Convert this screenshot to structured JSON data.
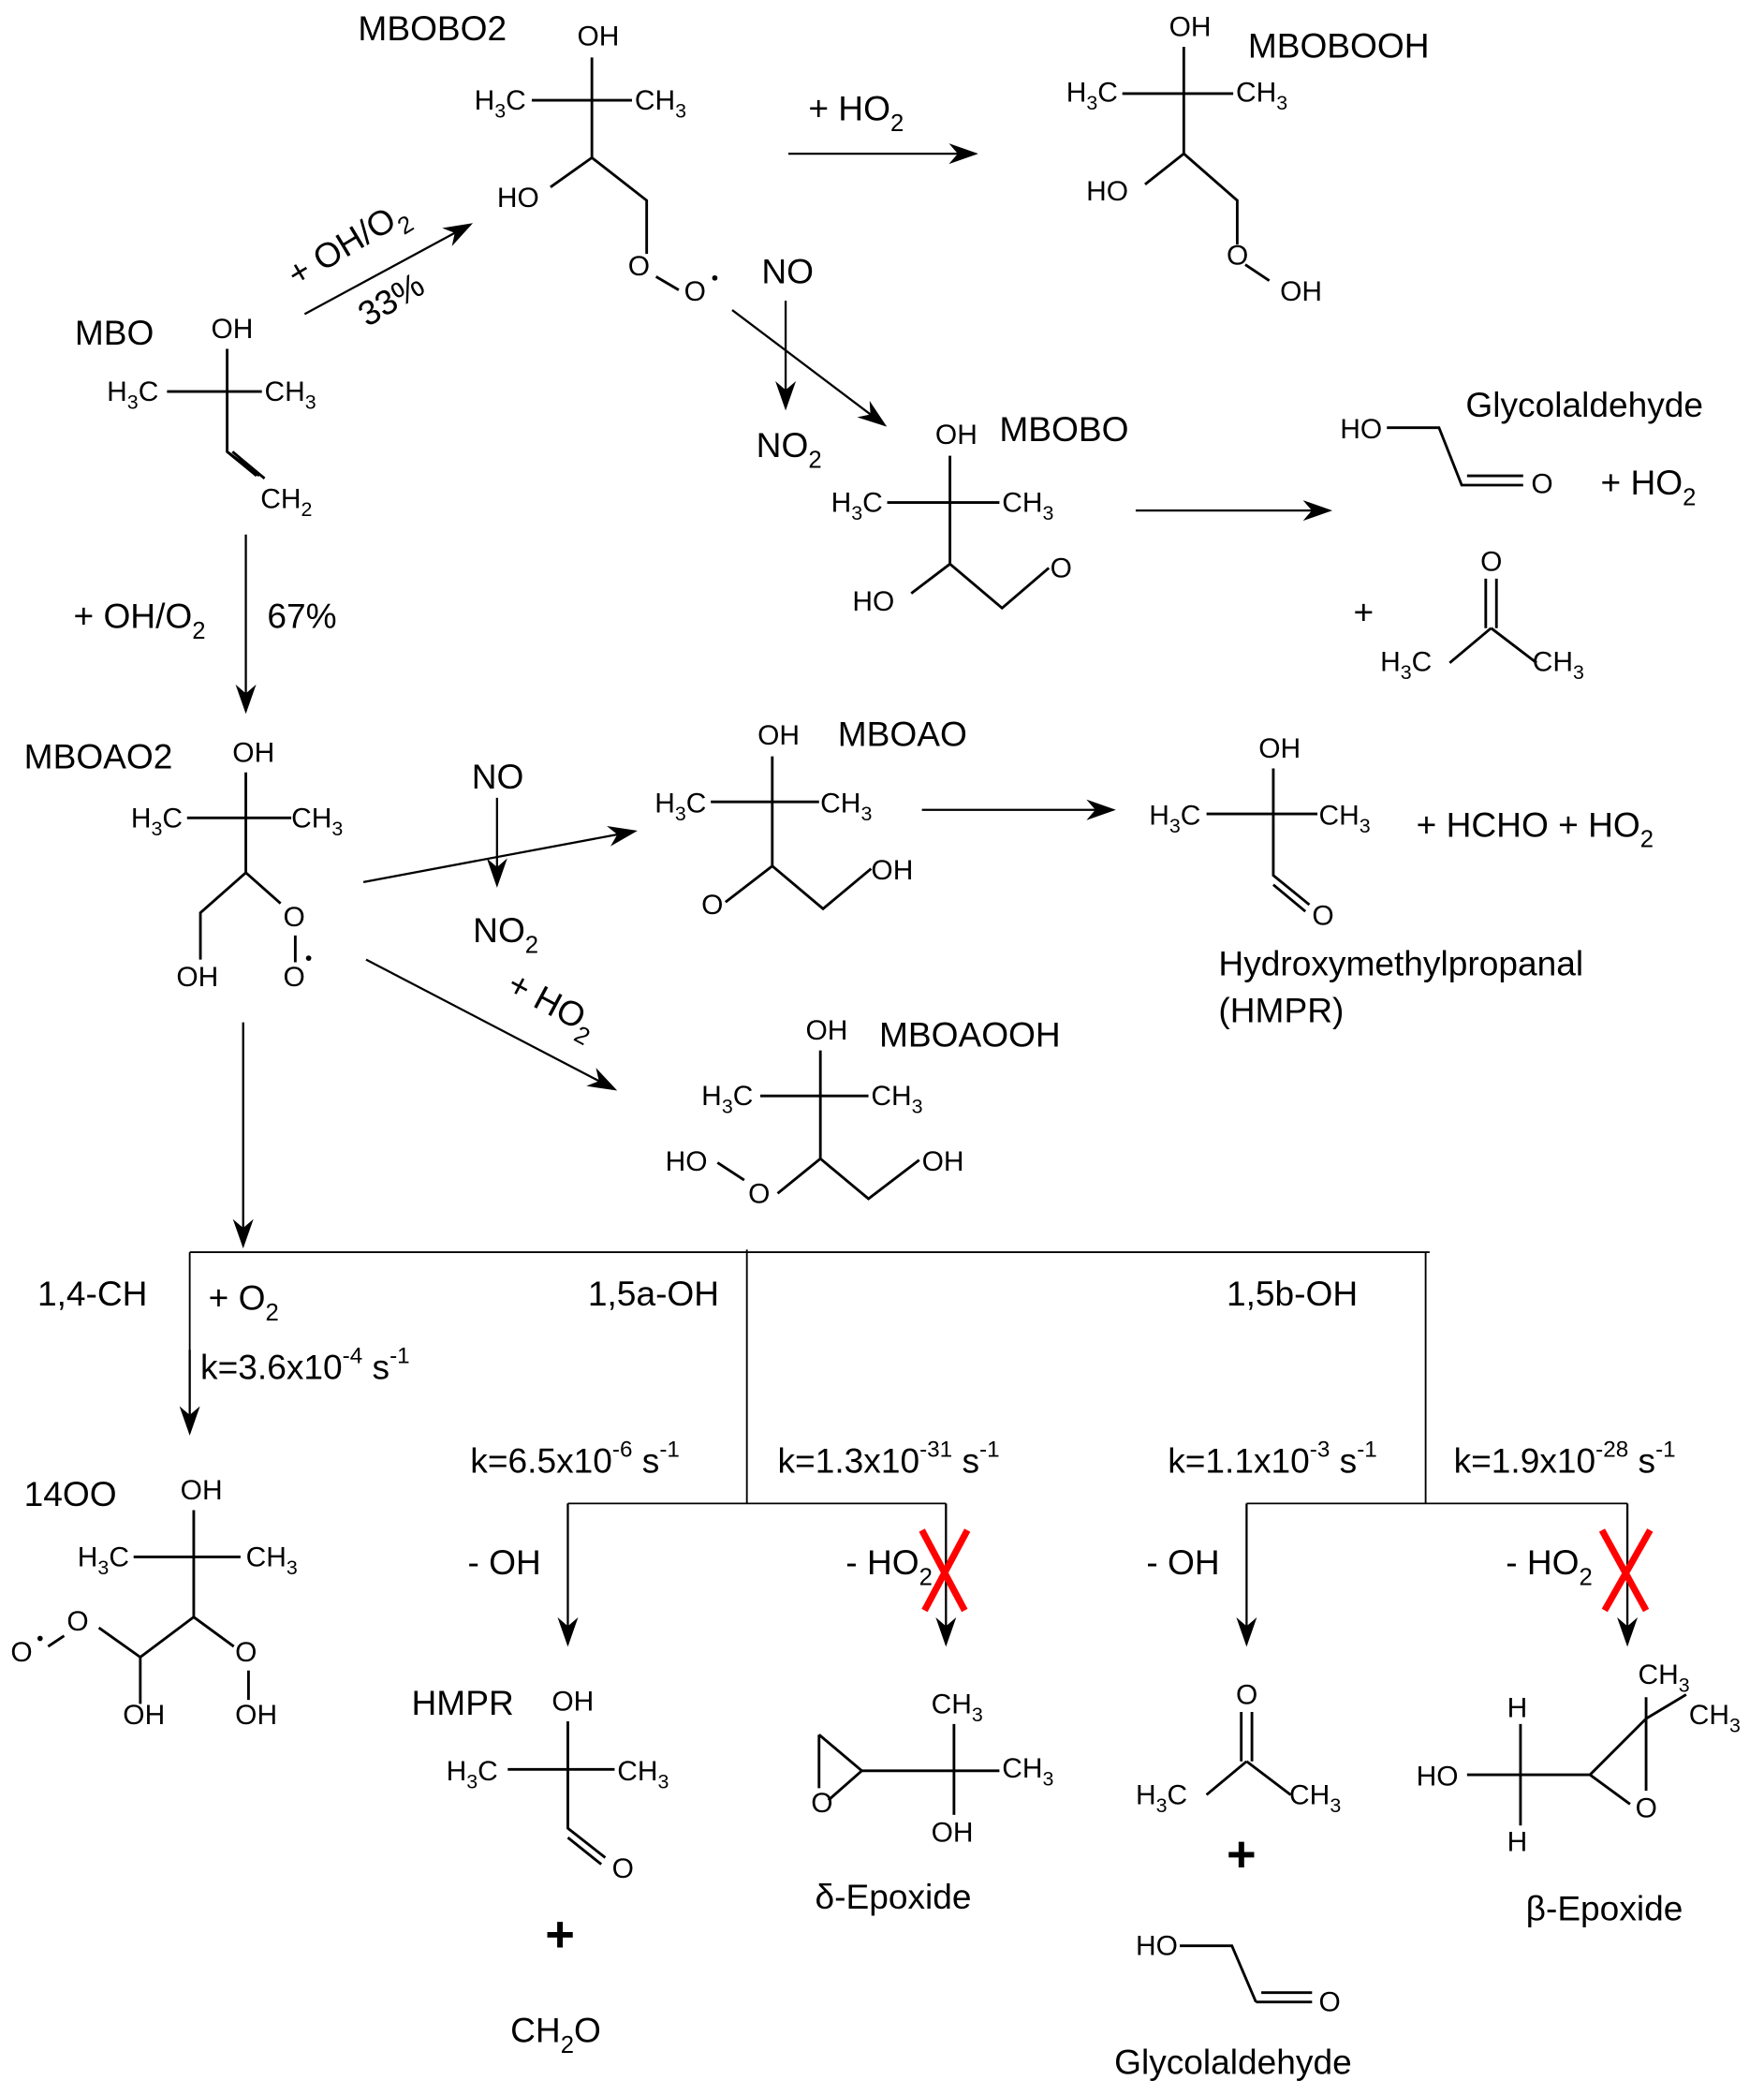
{
  "compounds": {
    "mbo": {
      "name": "MBO",
      "atoms": {
        "top": "OH",
        "left": "H3C",
        "right": "CH3",
        "bottom": "CH2"
      }
    },
    "mbobo2": {
      "name": "MBOBO2",
      "atoms": {
        "top": "OH",
        "left": "H3C",
        "right": "CH3",
        "ho": "HO",
        "o1": "O",
        "o2": "O"
      }
    },
    "mboBOOH": {
      "name": "MBOBOOH",
      "atoms": {
        "top": "OH",
        "left": "H3C",
        "right": "CH3",
        "ho": "HO",
        "o": "O",
        "oh": "OH"
      }
    },
    "mbobo": {
      "name": "MBOBO",
      "atoms": {
        "top": "OH",
        "left": "H3C",
        "right": "CH3",
        "ho": "HO",
        "o": "O"
      }
    },
    "glycolaldehyde_top": {
      "name": "Glycolaldehyde",
      "atoms": {
        "ho": "HO",
        "o": "O"
      }
    },
    "acetone_top": {
      "atoms": {
        "o": "O",
        "left": "H3C",
        "right": "CH3"
      }
    },
    "mboao2": {
      "name": "MBOAO2",
      "atoms": {
        "top": "OH",
        "left": "H3C",
        "right": "CH3",
        "oh": "OH",
        "o1": "O",
        "o2": "O"
      }
    },
    "mboao": {
      "name": "MBOAO",
      "atoms": {
        "top": "OH",
        "left": "H3C",
        "right": "CH3",
        "o": "O",
        "oh": "OH"
      }
    },
    "hmpr_top": {
      "name": "Hydroxymethylpropanal",
      "abbr": "(HMPR)",
      "atoms": {
        "top": "OH",
        "left": "H3C",
        "right": "CH3",
        "o": "O"
      }
    },
    "mboaooh": {
      "name": "MBOAOOH",
      "atoms": {
        "top": "OH",
        "left": "H3C",
        "right": "CH3",
        "ho": "HO",
        "o": "O",
        "oh": "OH"
      }
    },
    "c14oo": {
      "name": "14OO",
      "atoms": {
        "top": "OH",
        "left": "H3C",
        "right": "CH3",
        "o1": "O",
        "o2": "O",
        "oh1": "OH",
        "o3": "O",
        "oh2": "OH"
      }
    },
    "hmpr_bottom": {
      "name": "HMPR",
      "atoms": {
        "top": "OH",
        "left": "H3C",
        "right": "CH3",
        "o": "O"
      },
      "coproduct": "CH2O"
    },
    "delta_epoxide": {
      "name": "δ-Epoxide",
      "atoms": {
        "ch3a": "CH3",
        "ch3b": "CH3",
        "oh": "OH",
        "o": "O"
      }
    },
    "acetone_bottom": {
      "atoms": {
        "o": "O",
        "left": "H3C",
        "right": "CH3"
      }
    },
    "glycolaldehyde_bottom": {
      "name": "Glycolaldehyde",
      "atoms": {
        "ho": "HO",
        "o": "O"
      }
    },
    "beta_epoxide": {
      "name": "β-Epoxide",
      "atoms": {
        "ch3a": "CH3",
        "ch3b": "CH3",
        "h1": "H",
        "h2": "H",
        "ho": "HO",
        "o": "O"
      }
    }
  },
  "reactions": {
    "mbo_to_mbobo2": {
      "reagent": "+ OH/O2",
      "branch": "33%"
    },
    "mbo_to_mboao2": {
      "reagent": "+ OH/O2",
      "branch": "67%"
    },
    "mbobo2_to_mbobooh": {
      "reagent": "+ HO2"
    },
    "mbobo2_to_mbobo": {
      "reagent_in": "NO",
      "reagent_out": "NO2"
    },
    "mbobo_products": {
      "plus1": "+ HO2",
      "plus2": "+"
    },
    "mboao2_to_mboao": {
      "reagent_in": "NO",
      "reagent_out": "NO2"
    },
    "mboao_products": {
      "extra": "+ HCHO + HO2"
    },
    "mboao2_to_mboaooh": {
      "reagent": "+ HO2"
    }
  },
  "isomerization": {
    "ch14": {
      "label": "1,4-CH",
      "reagent": "+ O2",
      "k": "k=3.6x10",
      "k_exp": "-4",
      "unit": " s",
      "unit_exp": "-1"
    },
    "oh15a": {
      "label": "1,5a-OH",
      "left": {
        "k": "k=6.5x10",
        "k_exp": "-6",
        "unit": " s",
        "unit_exp": "-1",
        "loss": "- OH",
        "blocked": false
      },
      "right": {
        "k": "k=1.3x10",
        "k_exp": "-31",
        "unit": " s",
        "unit_exp": "-1",
        "loss": "- HO2",
        "blocked": true
      }
    },
    "oh15b": {
      "label": "1,5b-OH",
      "left": {
        "k": "k=1.1x10",
        "k_exp": "-3",
        "unit": " s",
        "unit_exp": "-1",
        "loss": "- OH",
        "blocked": false
      },
      "right": {
        "k": "k=1.9x10",
        "k_exp": "-28",
        "unit": " s",
        "unit_exp": "-1",
        "loss": "- HO2",
        "blocked": true
      }
    }
  },
  "plus_sign": "+",
  "colors": {
    "ink": "#000000",
    "blocked": "#ff0000",
    "background": "#ffffff"
  }
}
